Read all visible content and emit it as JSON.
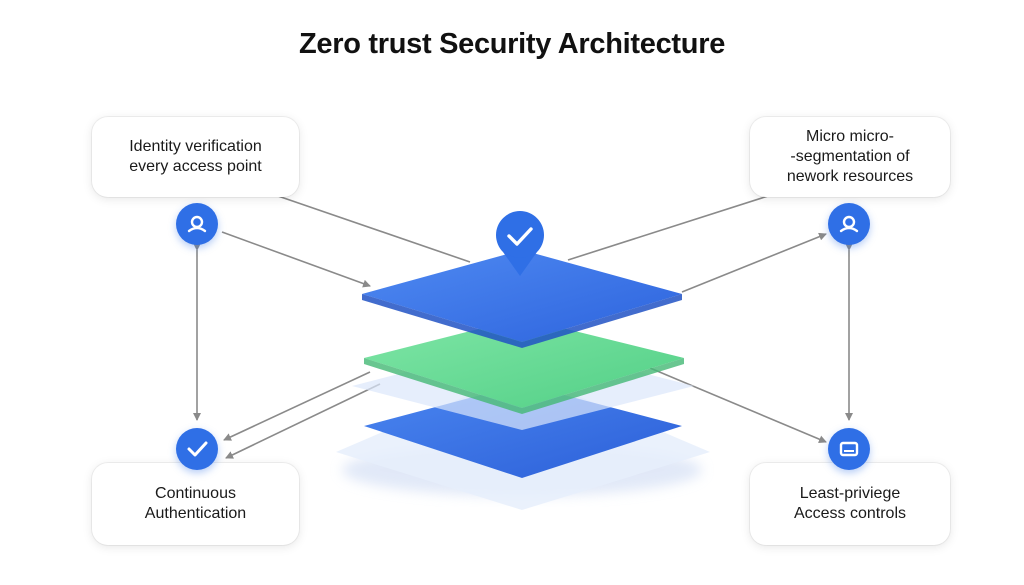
{
  "title": "Zero trust Security Architecture",
  "cards": {
    "top_left": {
      "lines": [
        "Identity verification",
        "every access point"
      ]
    },
    "top_right": {
      "lines": [
        "Micro micro-",
        "-segmentation of",
        "nework resources"
      ]
    },
    "bottom_left": {
      "lines": [
        "Continuous",
        "Authentication"
      ]
    },
    "bottom_right": {
      "lines": [
        "Least-priviege",
        "Access controls"
      ]
    }
  },
  "icons": {
    "top_left": "user-icon",
    "top_right": "user-icon",
    "bottom_left": "checkmark-icon",
    "bottom_right": "device-icon",
    "center": "checkmark-pin-icon"
  },
  "colors": {
    "accent_blue": "#2f6fe6",
    "layer_green": "#5fd88f",
    "connector_gray": "#8a8a8a"
  }
}
